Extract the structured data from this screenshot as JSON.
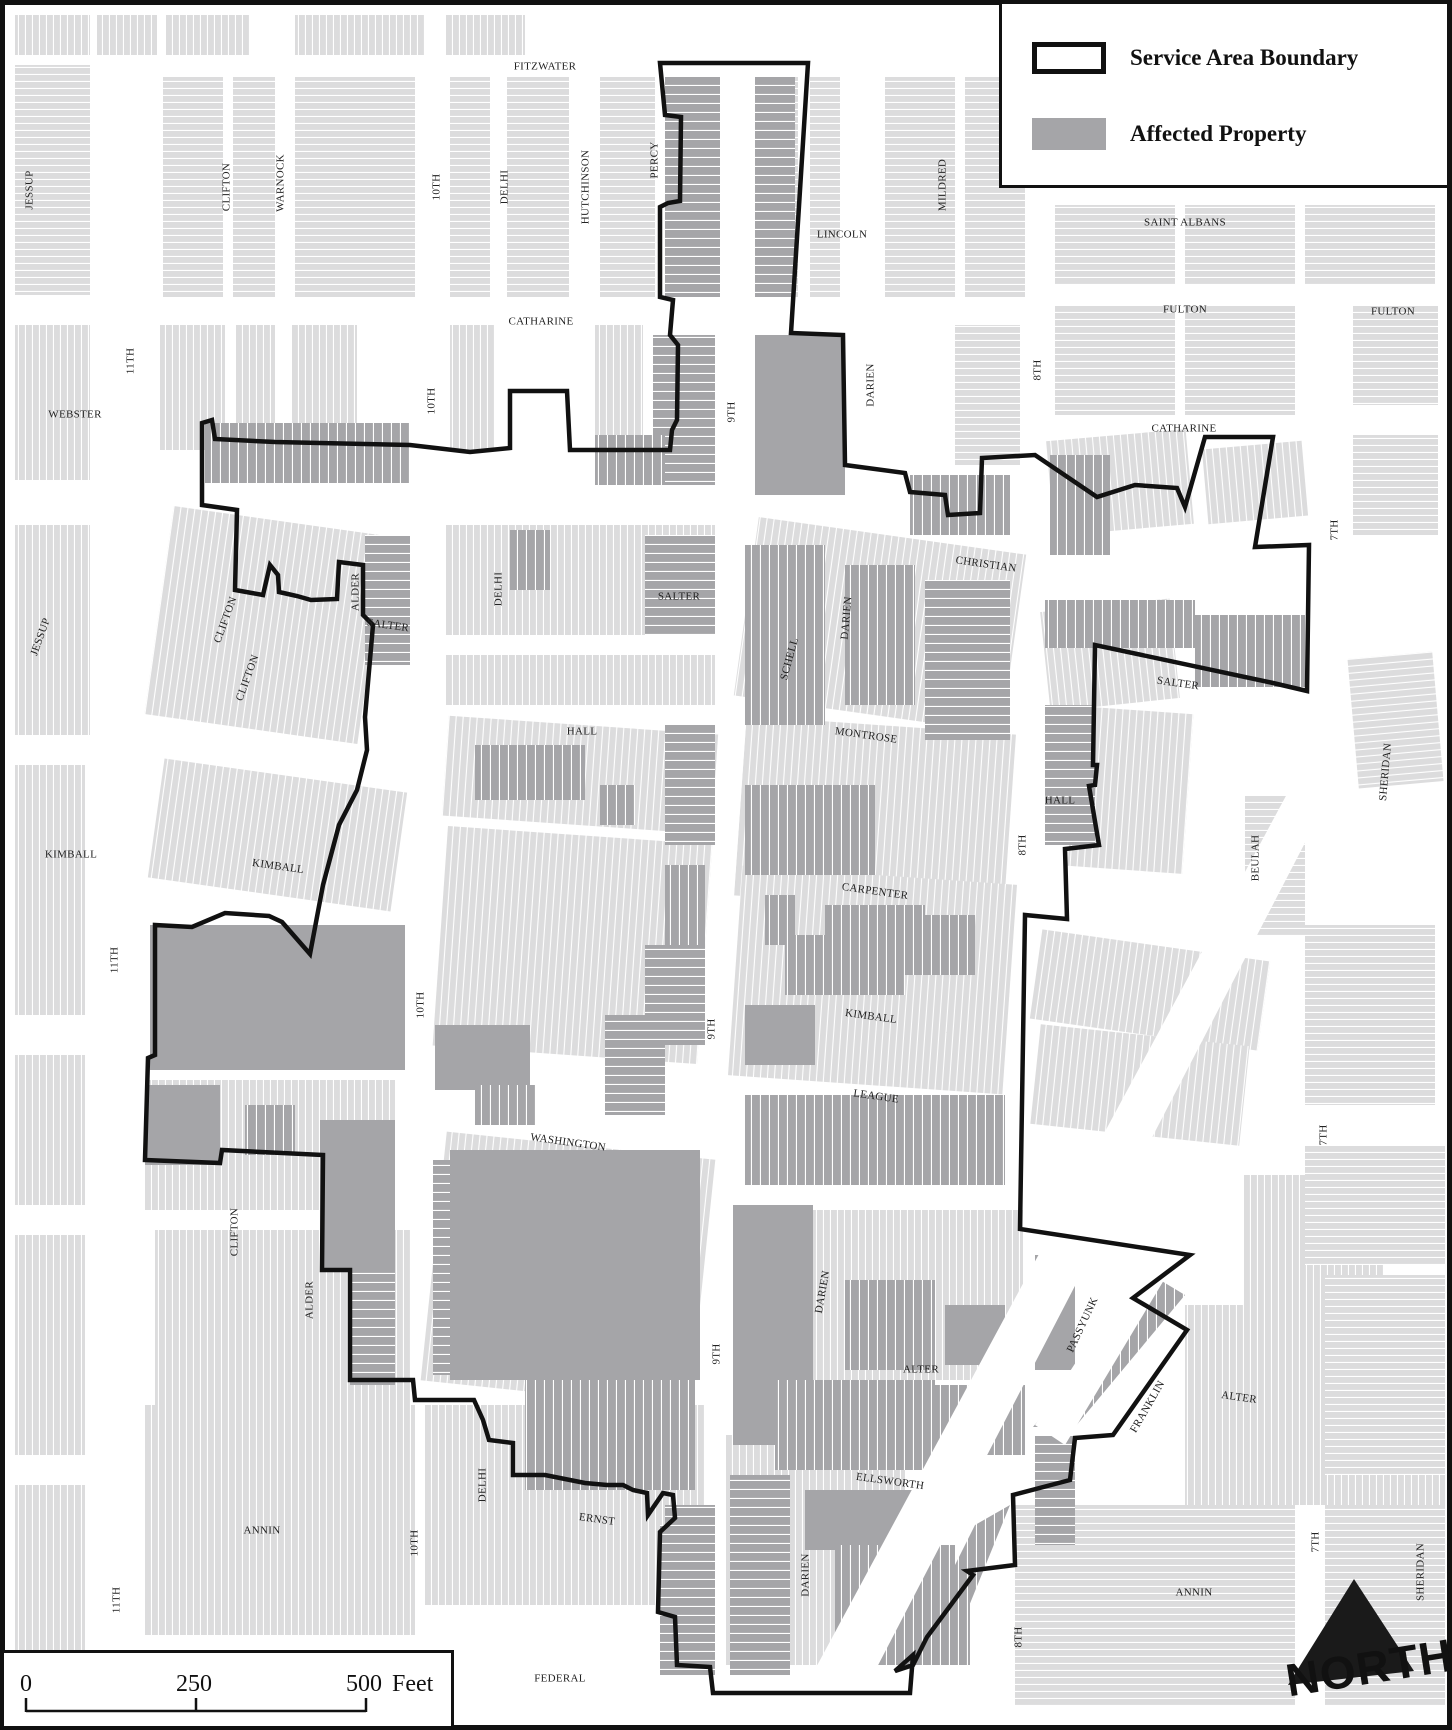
{
  "legend": {
    "boundary_label": "Service Area Boundary",
    "affected_label": "Affected Property"
  },
  "scale": {
    "ticks": [
      "0",
      "250",
      "500"
    ],
    "unit": "Feet"
  },
  "north_label": "NORTH",
  "colors": {
    "background": "#ffffff",
    "parcel": "#dcdcdd",
    "affected": "#a5a5a8",
    "boundary": "#111111"
  },
  "street_labels": [
    "FITZWATER",
    "JESSUP",
    "CLIFTON",
    "WARNOCK",
    "10TH",
    "DELHI",
    "HUTCHINSON",
    "PERCY",
    "LINCOLN",
    "MILDRED",
    "SAINT ALBANS",
    "FULTON",
    "FULTON",
    "CATHARINE",
    "11TH",
    "WEBSTER",
    "10TH",
    "9TH",
    "DARIEN",
    "8TH",
    "CATHARINE",
    "CHRISTIAN",
    "7TH",
    "CLIFTON",
    "ALDER",
    "SALTER",
    "JESSUP",
    "CLIFTON",
    "DELHI",
    "SALTER",
    "SCHELL",
    "DARIEN",
    "SALTER",
    "HALL",
    "MONTROSE",
    "SHERIDAN",
    "HALL",
    "KIMBALL",
    "KIMBALL",
    "8TH",
    "BEULAH",
    "CARPENTER",
    "11TH",
    "10TH",
    "9TH",
    "KIMBALL",
    "LEAGUE",
    "WASHINGTON",
    "7TH",
    "CLIFTON",
    "ALDER",
    "DARIEN",
    "9TH",
    "PASSYUNK",
    "ALTER",
    "FRANKLIN",
    "ALTER",
    "ELLSWORTH",
    "DELHI",
    "ERNST",
    "ANNIN",
    "10TH",
    "DARIEN",
    "11TH",
    "7TH",
    "ANNIN",
    "SHERIDAN",
    "8TH",
    "FEDERAL"
  ]
}
